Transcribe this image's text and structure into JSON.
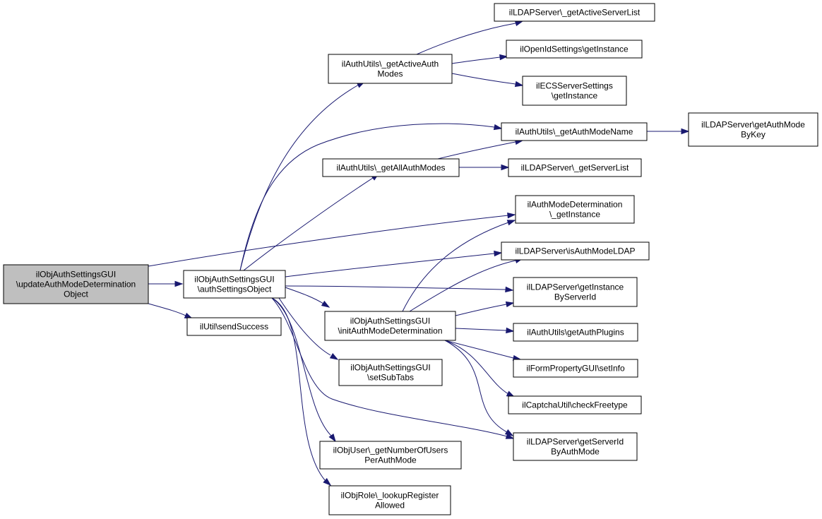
{
  "graph": {
    "nodes": [
      {
        "id": "root",
        "lines": [
          "ilObjAuthSettingsGUI",
          "\\updateAuthModeDetermination",
          "Object"
        ],
        "root": true
      },
      {
        "id": "authSettingsObject",
        "lines": [
          "ilObjAuthSettingsGUI",
          "\\authSettingsObject"
        ]
      },
      {
        "id": "sendSuccess",
        "lines": [
          "ilUtil\\sendSuccess"
        ]
      },
      {
        "id": "getActiveAuthModes",
        "lines": [
          "ilAuthUtils\\_getActiveAuth",
          "Modes"
        ]
      },
      {
        "id": "getAllAuthModes",
        "lines": [
          "ilAuthUtils\\_getAllAuthModes"
        ]
      },
      {
        "id": "initAuthModeDetermination",
        "lines": [
          "ilObjAuthSettingsGUI",
          "\\initAuthModeDetermination"
        ]
      },
      {
        "id": "setSubTabs",
        "lines": [
          "ilObjAuthSettingsGUI",
          "\\setSubTabs"
        ]
      },
      {
        "id": "getNumberOfUsers",
        "lines": [
          "ilObjUser\\_getNumberOfUsers",
          "PerAuthMode"
        ]
      },
      {
        "id": "lookupRegister",
        "lines": [
          "ilObjRole\\_lookupRegister",
          "Allowed"
        ]
      },
      {
        "id": "getActiveServerList",
        "lines": [
          "ilLDAPServer\\_getActiveServerList"
        ]
      },
      {
        "id": "openIdGetInstance",
        "lines": [
          "ilOpenIdSettings\\getInstance"
        ]
      },
      {
        "id": "ecsGetInstance",
        "lines": [
          "ilECSServerSettings",
          "\\getInstance"
        ]
      },
      {
        "id": "getAuthModeName",
        "lines": [
          "ilAuthUtils\\_getAuthModeName"
        ]
      },
      {
        "id": "getServerList",
        "lines": [
          "ilLDAPServer\\_getServerList"
        ]
      },
      {
        "id": "amdGetInstance",
        "lines": [
          "ilAuthModeDetermination",
          "\\_getInstance"
        ]
      },
      {
        "id": "isAuthModeLDAP",
        "lines": [
          "ilLDAPServer\\isAuthModeLDAP"
        ]
      },
      {
        "id": "getInstanceByServerId",
        "lines": [
          "ilLDAPServer\\getInstance",
          "ByServerId"
        ]
      },
      {
        "id": "getAuthPlugins",
        "lines": [
          "ilAuthUtils\\getAuthPlugins"
        ]
      },
      {
        "id": "setInfo",
        "lines": [
          "ilFormPropertyGUI\\setInfo"
        ]
      },
      {
        "id": "checkFreetype",
        "lines": [
          "ilCaptchaUtil\\checkFreetype"
        ]
      },
      {
        "id": "getServerIdByAuthMode",
        "lines": [
          "ilLDAPServer\\getServerId",
          "ByAuthMode"
        ]
      },
      {
        "id": "getAuthModeByKey",
        "lines": [
          "ilLDAPServer\\getAuthMode",
          "ByKey"
        ]
      }
    ],
    "edges": [
      [
        "root",
        "authSettingsObject"
      ],
      [
        "root",
        "sendSuccess"
      ],
      [
        "root",
        "amdGetInstance"
      ],
      [
        "authSettingsObject",
        "getActiveAuthModes"
      ],
      [
        "authSettingsObject",
        "getAuthModeName"
      ],
      [
        "authSettingsObject",
        "getAllAuthModes"
      ],
      [
        "authSettingsObject",
        "isAuthModeLDAP"
      ],
      [
        "authSettingsObject",
        "getInstanceByServerId"
      ],
      [
        "authSettingsObject",
        "initAuthModeDetermination"
      ],
      [
        "authSettingsObject",
        "setSubTabs"
      ],
      [
        "authSettingsObject",
        "getServerIdByAuthMode"
      ],
      [
        "authSettingsObject",
        "getNumberOfUsers"
      ],
      [
        "authSettingsObject",
        "lookupRegister"
      ],
      [
        "getActiveAuthModes",
        "getActiveServerList"
      ],
      [
        "getActiveAuthModes",
        "openIdGetInstance"
      ],
      [
        "getActiveAuthModes",
        "ecsGetInstance"
      ],
      [
        "getAllAuthModes",
        "getAuthModeName"
      ],
      [
        "getAllAuthModes",
        "getServerList"
      ],
      [
        "getAuthModeName",
        "getAuthModeByKey"
      ],
      [
        "initAuthModeDetermination",
        "amdGetInstance"
      ],
      [
        "initAuthModeDetermination",
        "isAuthModeLDAP"
      ],
      [
        "initAuthModeDetermination",
        "getInstanceByServerId"
      ],
      [
        "initAuthModeDetermination",
        "getAuthPlugins"
      ],
      [
        "initAuthModeDetermination",
        "setInfo"
      ],
      [
        "initAuthModeDetermination",
        "checkFreetype"
      ],
      [
        "initAuthModeDetermination",
        "getServerIdByAuthMode"
      ]
    ]
  }
}
